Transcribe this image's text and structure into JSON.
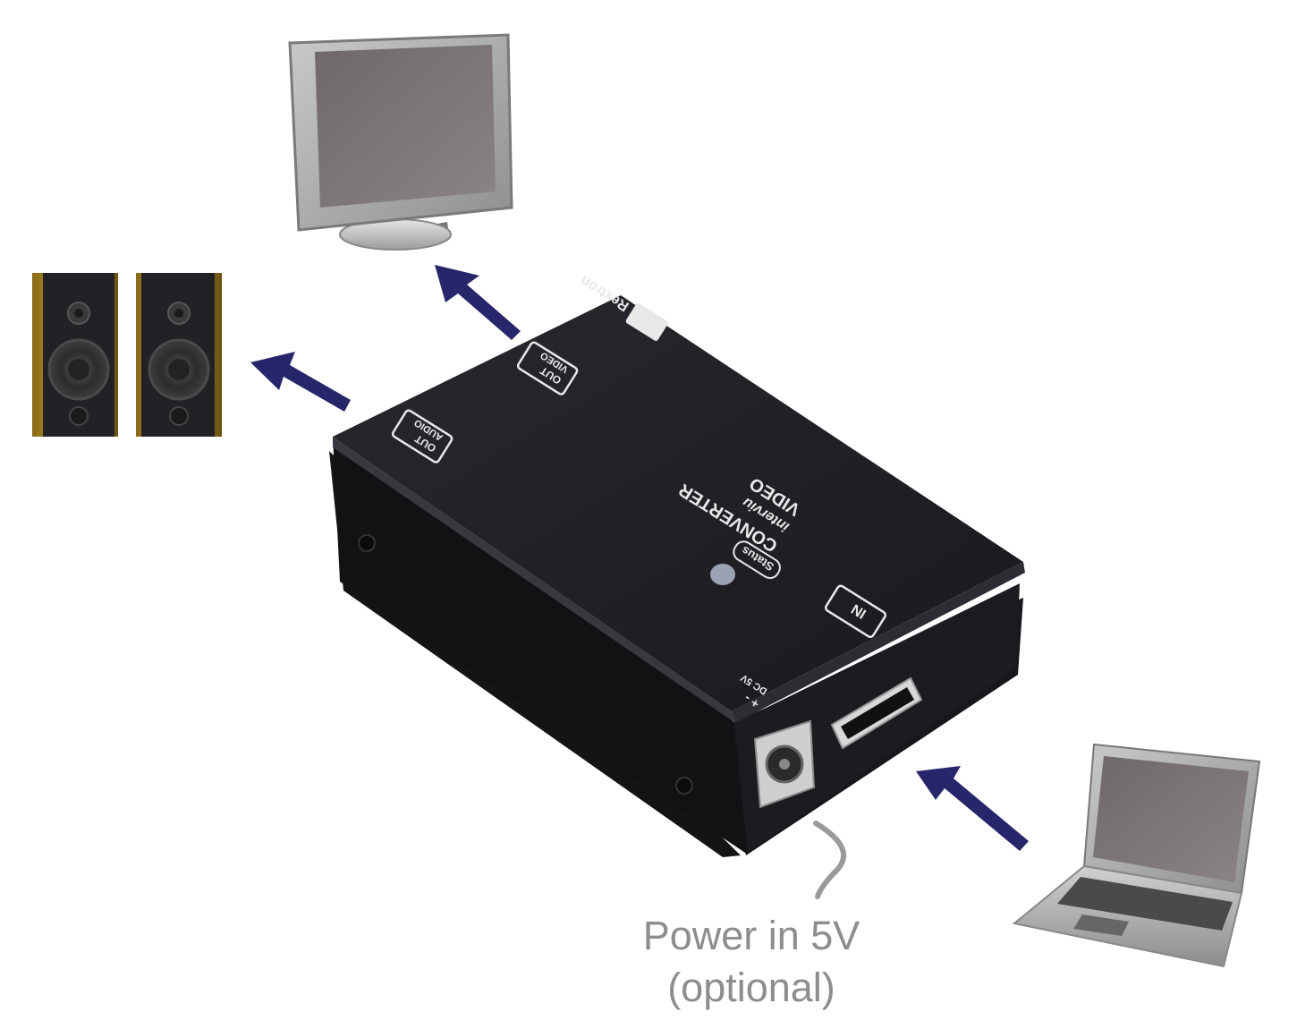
{
  "power_label": {
    "line1": "Power in 5V",
    "line2": "(optional)"
  },
  "device": {
    "brand": "Rextron",
    "product_line1": "VIDEO",
    "product_line2": "CONVERTER",
    "logo_script": "interviu",
    "port_out_audio": [
      "OUT",
      "AUDIO"
    ],
    "port_out_video": [
      "OUT",
      "VIDEO"
    ],
    "port_in": "IN",
    "status_label": "Status",
    "dc_label": "DC 5V",
    "dc_polarity": "+ -"
  },
  "colors": {
    "arrow": "#27266b",
    "device_body": "#1e1c22",
    "power_cable": "#9a9a9c",
    "caption": "#8d8d8f"
  },
  "icons": [
    "monitor-icon",
    "speaker-icon",
    "laptop-icon",
    "arrow-icon"
  ]
}
